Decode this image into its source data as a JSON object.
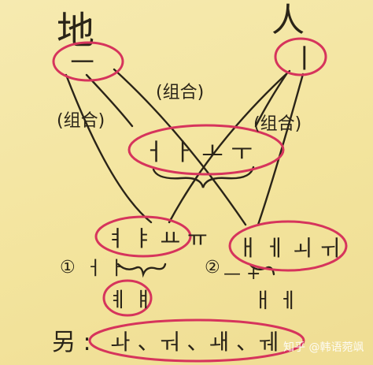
{
  "labels": {
    "earth": "地",
    "person": "人",
    "combine": "(组合)"
  },
  "circles": {
    "earth_vowel": "ㅡ",
    "person_vowel": "ㅣ",
    "combined": "ㅓ ㅏ ㅗ ㅜ",
    "row_left": "ㅕ ㅑ ㅛ ㅠ",
    "row_right": "ㅐ ㅔ ㅚ ㅟ",
    "left_pair": "ㅖ ㅒ",
    "bottom": "ㅘ 、ㅝ 、ㅙ 、ㅞ"
  },
  "notes": {
    "num1": "①",
    "num1_text": "ㅓ ㅏ",
    "num2": "②",
    "num2_text": "— +",
    "right_pair": "ㅐ ㅔ",
    "other_prefix": "另 :"
  },
  "watermark": {
    "text": "知乎 @韩语菀飒"
  },
  "colors": {
    "circle": "#d6345c",
    "ink": "#2a2418",
    "paper": "#f4e7a4"
  }
}
